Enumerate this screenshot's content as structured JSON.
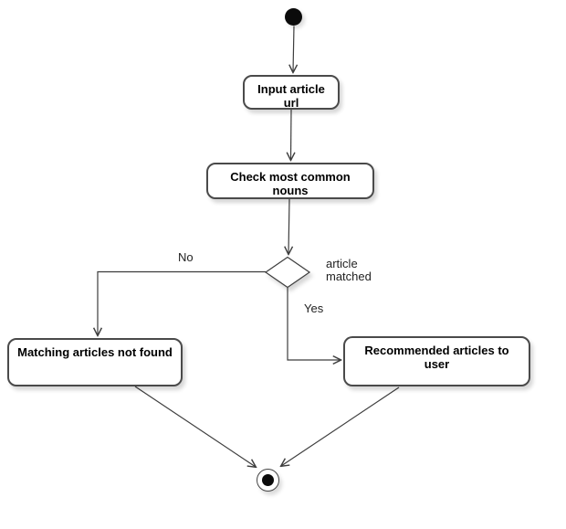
{
  "diagram": {
    "type": "uml-activity-diagram",
    "colors": {
      "background": "#ffffff",
      "node_fill": "#ffffff",
      "node_border": "#4a4a4a",
      "connector": "#3d3d3d",
      "node_text": "#000000",
      "edge_label_text": "#222222"
    },
    "nodes": {
      "start": {
        "type": "initial-node"
      },
      "input_url": {
        "label": "Input article url"
      },
      "check_nouns": {
        "label": "Check most common nouns"
      },
      "decision": {
        "type": "decision-diamond"
      },
      "not_found": {
        "label": "Matching articles not found"
      },
      "recommended": {
        "label": "Recommended articles to user"
      },
      "end": {
        "type": "activity-final-node"
      }
    },
    "edge_labels": {
      "no": "No",
      "yes": "Yes",
      "guard": "article matched"
    }
  }
}
